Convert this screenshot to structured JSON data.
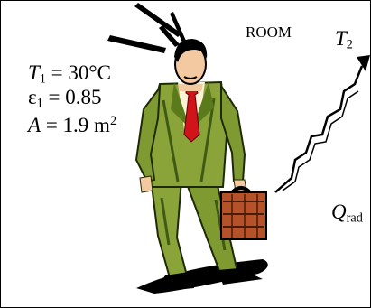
{
  "params": {
    "t1_symbol": "T",
    "t1_sub": "1",
    "t1_value": " = 30°C",
    "eps_symbol": "ε",
    "eps_sub": "1",
    "eps_value": " = 0.85",
    "a_symbol": "A",
    "a_value": " = 1.9 m",
    "a_sup": "2"
  },
  "room_label": "ROOM",
  "t2_symbol": "T",
  "t2_sub": "2",
  "q_symbol": "Q",
  "q_sub": "rad",
  "colors": {
    "suit": "#8aa43a",
    "suit_dark": "#3f5a14",
    "tie": "#d0141a",
    "skin": "#f2c9a0",
    "briefcase": "#b5522a",
    "ink": "#000000"
  }
}
